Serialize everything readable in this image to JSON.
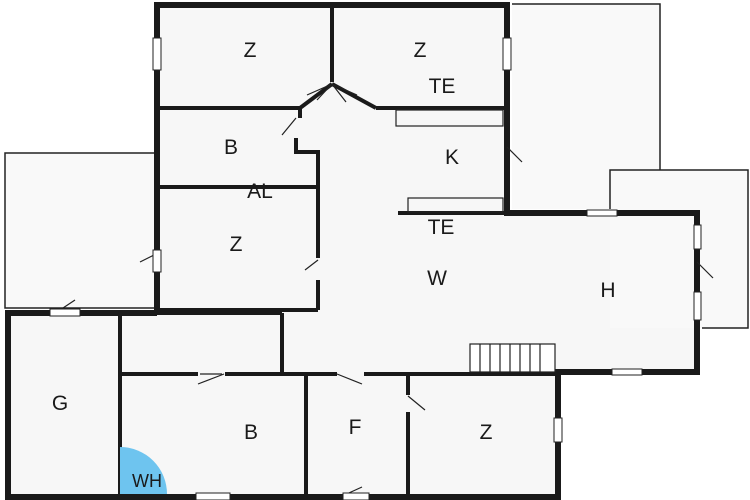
{
  "colors": {
    "wall": "#1a1a1a",
    "outline": "#222222",
    "floor": "#f7f7f7",
    "window": "#ffffff",
    "water_heater": "#6ec4ef"
  },
  "rooms": {
    "z_top_left": "Z",
    "z_top_right": "Z",
    "te_top": "TE",
    "b_upper": "B",
    "k": "K",
    "al": "AL",
    "z_mid": "Z",
    "te_mid": "TE",
    "w": "W",
    "h": "H",
    "g": "G",
    "b_lower": "B",
    "f": "F",
    "z_lower": "Z",
    "wh": "WH"
  }
}
